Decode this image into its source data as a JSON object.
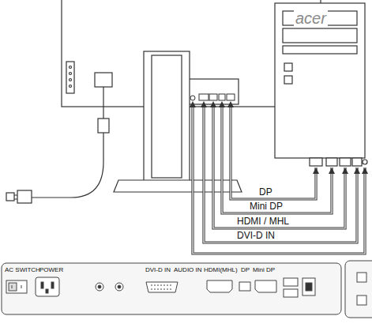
{
  "diagram": {
    "labels": [
      "acer",
      "DP",
      "Mini DP",
      "HDMI / MHL",
      "DVI-D IN",
      "AC SWITCH",
      "POWER",
      "DVI-D IN",
      "AUDIO IN",
      "HDMI(MHL)",
      "DP",
      "Mini DP"
    ]
  }
}
